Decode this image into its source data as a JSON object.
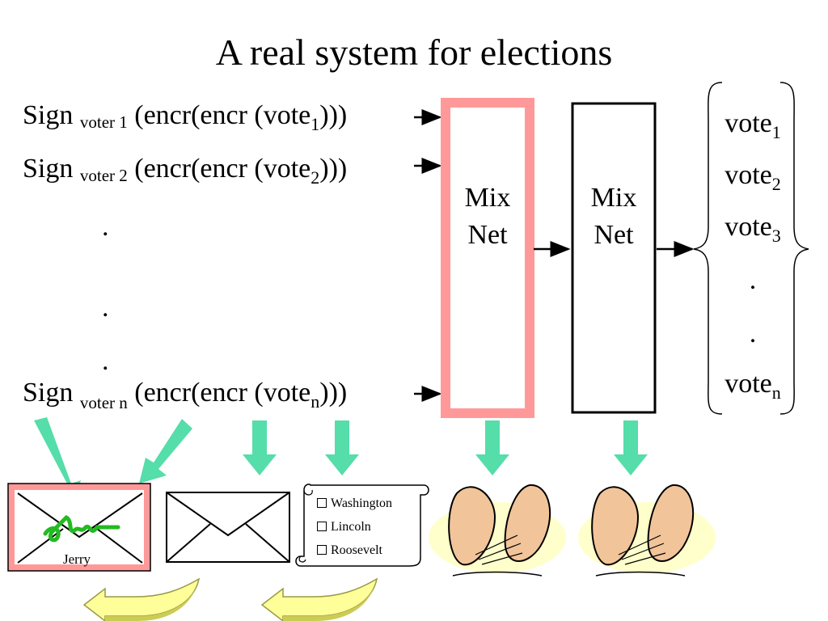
{
  "title": "A real system for elections",
  "inputs": [
    {
      "prefix": "Sign ",
      "voter": "voter 1",
      "middle": " (encr(encr (vote",
      "sub": "1",
      "suffix": ")))"
    },
    {
      "prefix": "Sign ",
      "voter": "voter 2",
      "middle": " (encr(encr (vote",
      "sub": "2",
      "suffix": ")))"
    },
    {
      "prefix": "Sign ",
      "voter": "voter n",
      "middle": " (encr(encr (vote",
      "sub": "n",
      "suffix": ")))"
    }
  ],
  "ellipsis": ".",
  "mixnets": [
    {
      "line1": "Mix",
      "line2": "Net",
      "border_color": "#ff9999"
    },
    {
      "line1": "Mix",
      "line2": "Net",
      "border_color": "#000000"
    }
  ],
  "outputs": [
    {
      "base": "vote",
      "sub": "1"
    },
    {
      "base": "vote",
      "sub": "2"
    },
    {
      "base": "vote",
      "sub": "3"
    },
    {
      "base": ".",
      "sub": ""
    },
    {
      "base": ".",
      "sub": ""
    },
    {
      "base": "vote",
      "sub": "n"
    }
  ],
  "ballot_candidates": [
    "Washington",
    "Lincoln",
    "Roosevelt"
  ],
  "envelope_signature": "Jerry",
  "envelope_label": "Jerry",
  "colors": {
    "arrow_teal": "#55ddaa",
    "pink": "#ff9999",
    "yellow_arrow": "#ffff99",
    "olive_arrow": "#cccc55",
    "signature_green": "#22bb22",
    "hands_glow": "#ffffcc"
  },
  "icons": [
    "envelope-icon",
    "ballot-scroll-icon",
    "hands-shuffling-icon",
    "curved-arrow-icon"
  ]
}
